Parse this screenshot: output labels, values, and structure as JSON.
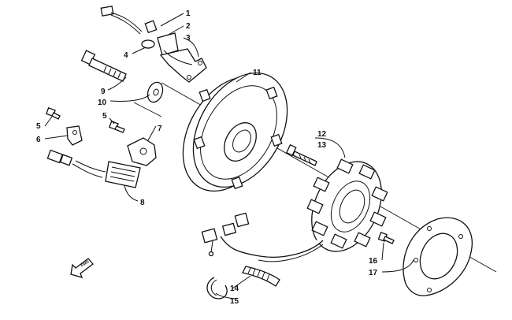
{
  "callouts": {
    "c1": "1",
    "c2": "2",
    "c3": "3",
    "c4": "4",
    "c5a": "5",
    "c5b": "5",
    "c6": "6",
    "c7": "7",
    "c8": "8",
    "c9": "9",
    "c10": "10",
    "c11": "11",
    "c12": "12",
    "c13": "13",
    "c14": "14",
    "c15": "15",
    "c16": "16",
    "c17": "17"
  },
  "forward_marker": "FWD"
}
